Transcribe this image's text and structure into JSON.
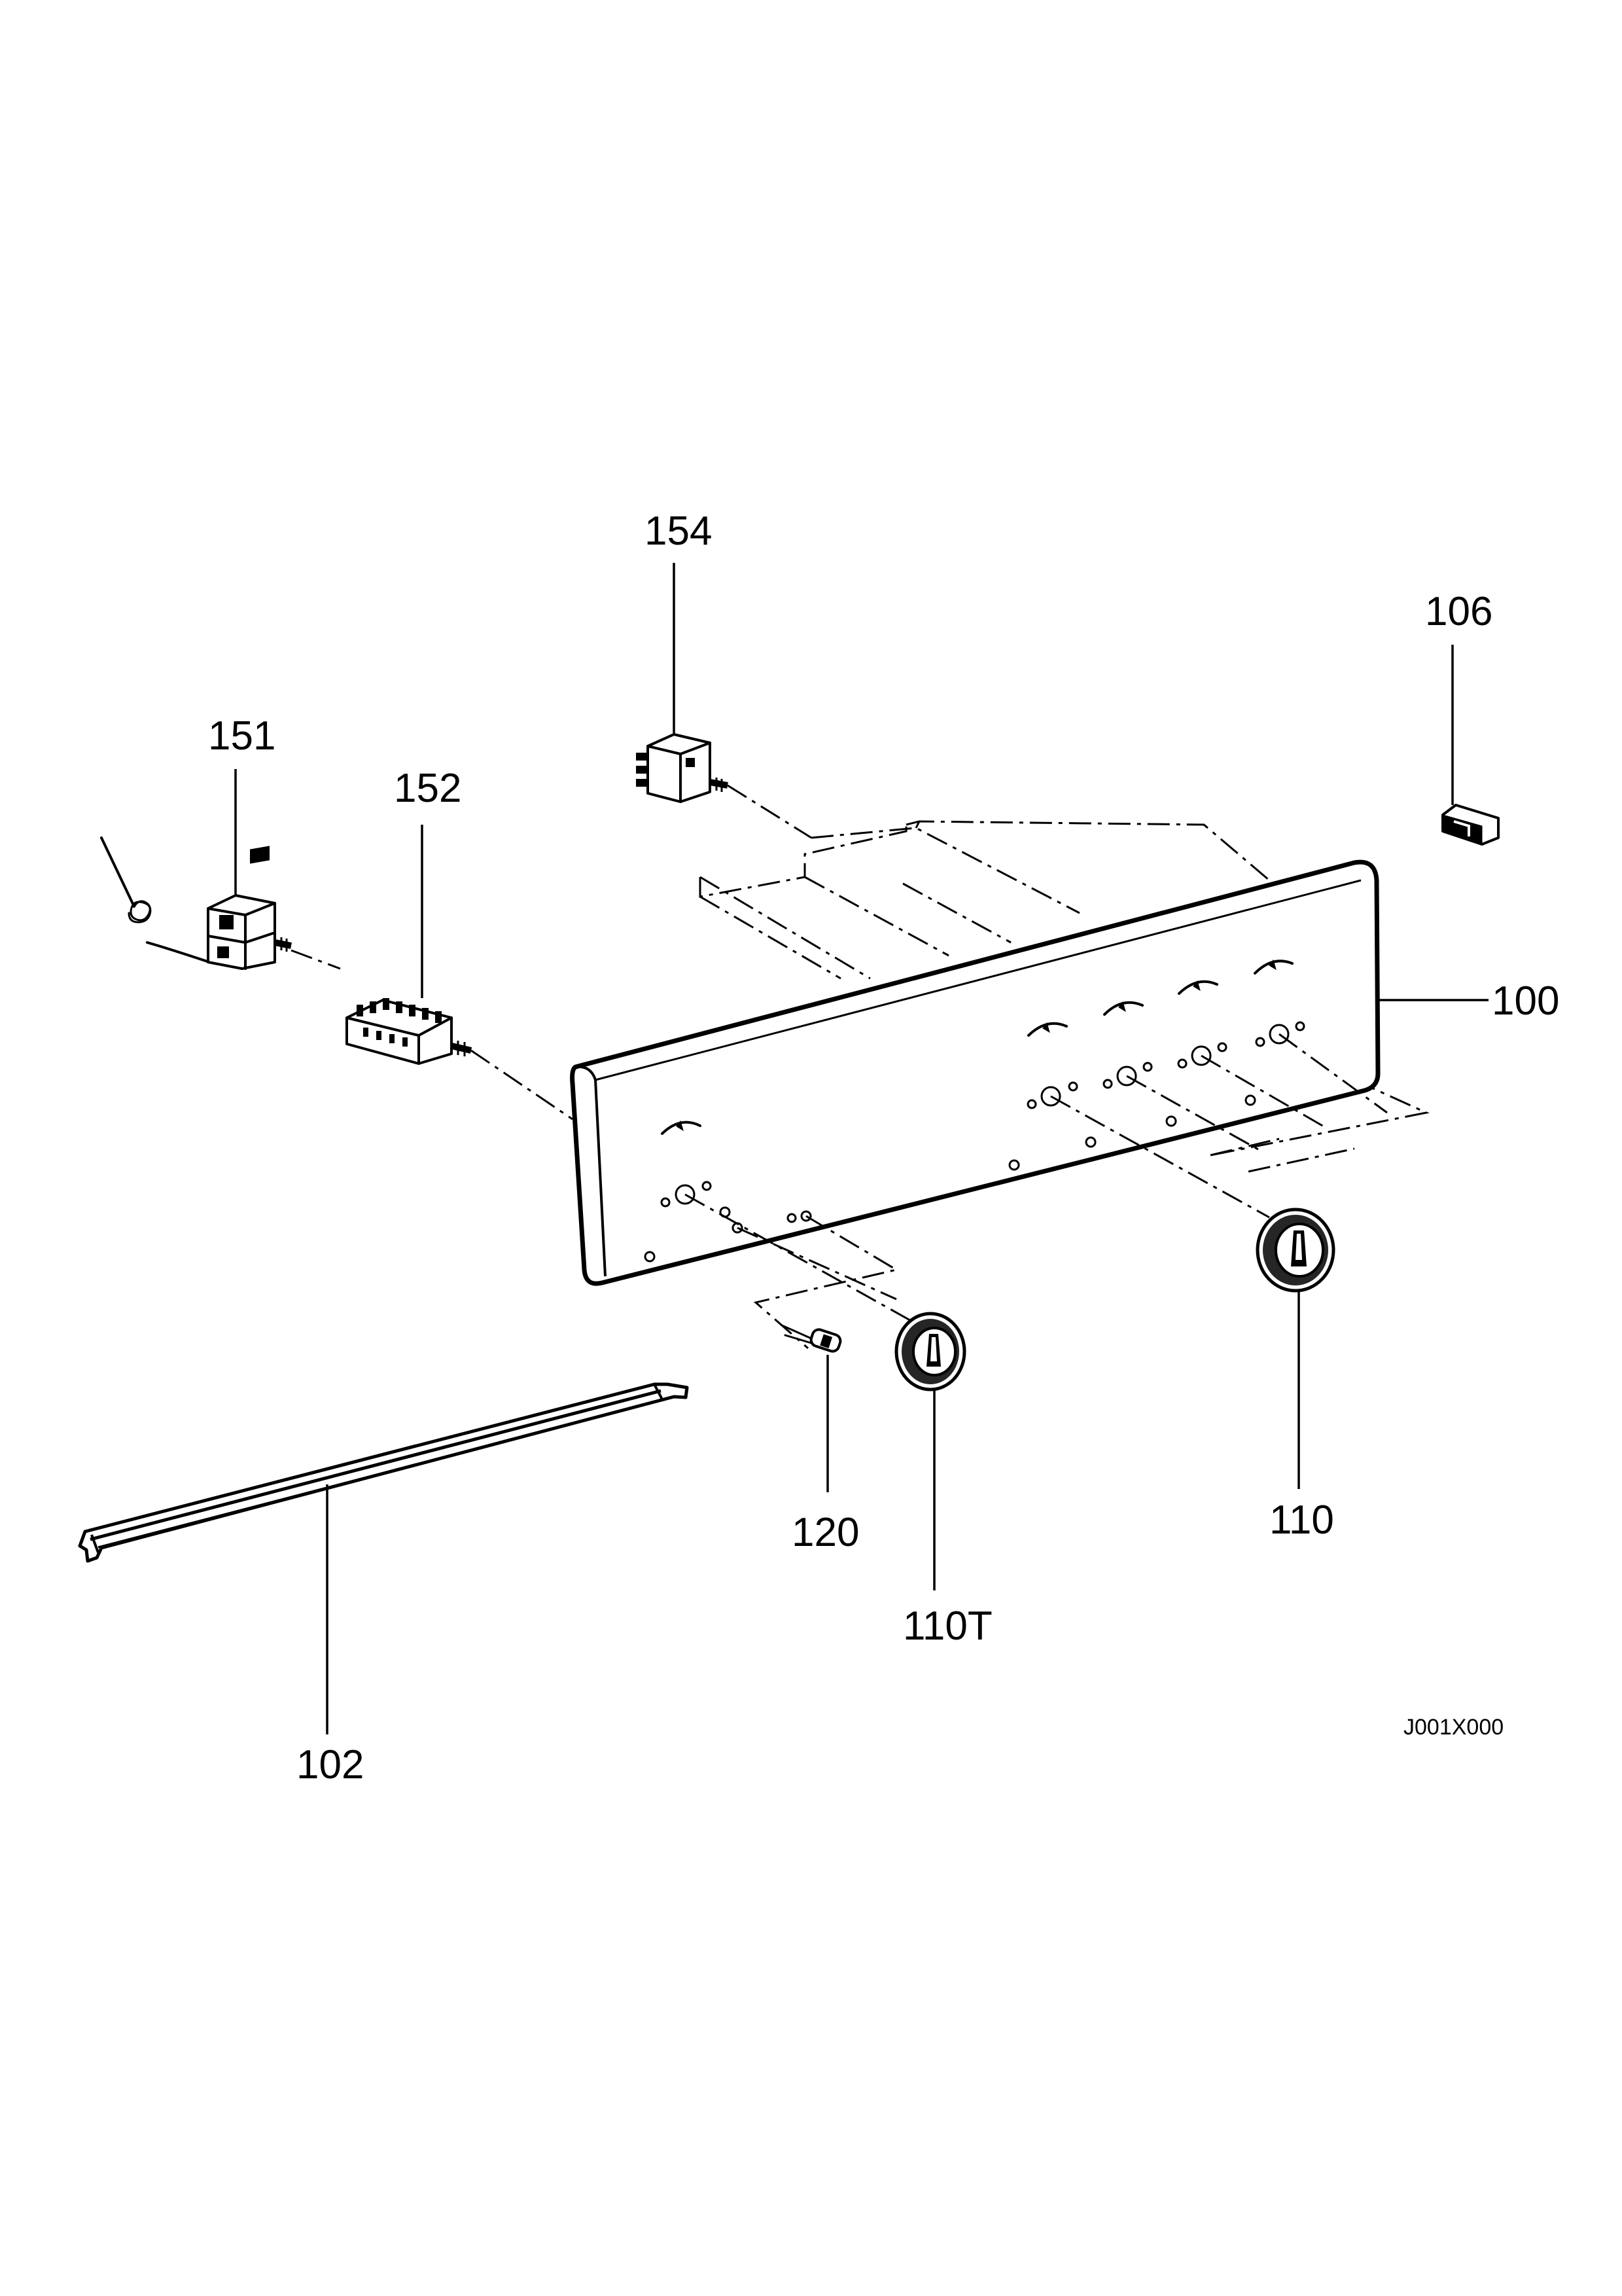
{
  "diagram": {
    "labels": {
      "p154": "154",
      "p106": "106",
      "p151": "151",
      "p152": "152",
      "p100": "100",
      "p120": "120",
      "p110": "110",
      "p110T": "110T",
      "p102": "102"
    },
    "drawing_code": "J001X000",
    "icons": {
      "panel": "control-panel-icon",
      "knob": "control-knob-icon",
      "thermostat": "thermostat-icon",
      "switch": "selector-switch-icon",
      "energy_regulator": "energy-regulator-icon",
      "clip": "clip-icon",
      "lamp": "signal-lamp-icon",
      "rail": "rail-profile-icon"
    }
  }
}
